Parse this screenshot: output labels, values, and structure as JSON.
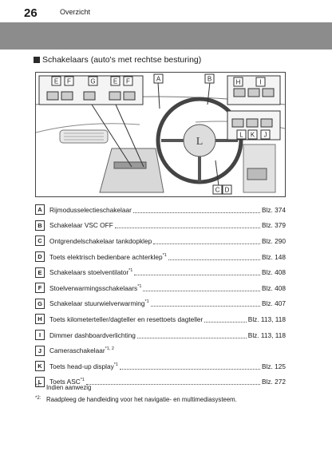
{
  "header": {
    "page_number": "26",
    "chapter": "Overzicht"
  },
  "section_title": "Schakelaars (auto's met rechtse besturing)",
  "figure_labels": [
    "E",
    "F",
    "G",
    "E",
    "F",
    "A",
    "B",
    "H",
    "I",
    "L",
    "K",
    "J",
    "C",
    "D"
  ],
  "items": [
    {
      "letter": "A",
      "text": "Rijmodusselectieschakelaar",
      "sup": "",
      "page": "Blz. 374"
    },
    {
      "letter": "B",
      "text": "Schakelaar VSC OFF",
      "sup": "",
      "page": "Blz. 379"
    },
    {
      "letter": "C",
      "text": "Ontgrendelschakelaar tankdopklep",
      "sup": "",
      "page": "Blz. 290"
    },
    {
      "letter": "D",
      "text": "Toets elektrisch bedienbare achterklep",
      "sup": "*1",
      "page": "Blz. 148"
    },
    {
      "letter": "E",
      "text": "Schakelaars stoelventilator",
      "sup": "*1",
      "page": "Blz. 408"
    },
    {
      "letter": "F",
      "text": "Stoelverwarmingsschakelaars",
      "sup": "*1",
      "page": "Blz. 408"
    },
    {
      "letter": "G",
      "text": "Schakelaar stuurwielverwarming",
      "sup": "*1",
      "page": "Blz. 407"
    },
    {
      "letter": "H",
      "text": "Toets kilometerteller/dagteller en resettoets dagteller",
      "sup": "",
      "page": "Blz. 113, 118"
    },
    {
      "letter": "I",
      "text": "Dimmer dashboardverlichting",
      "sup": "",
      "page": "Blz. 113, 118"
    },
    {
      "letter": "J",
      "text": "Cameraschakelaar",
      "sup": "*1, 2",
      "page": ""
    },
    {
      "letter": "K",
      "text": "Toets head-up display",
      "sup": "*1",
      "page": "Blz. 125"
    },
    {
      "letter": "L",
      "text": "Toets ASC",
      "sup": "*1",
      "page": "Blz. 272"
    }
  ],
  "notes": [
    {
      "mark": "*1:",
      "text": "Indien aanwezig"
    },
    {
      "mark": "*2:",
      "text": "Raadpleeg de handleiding voor het navigatie- en multimediasysteem."
    }
  ]
}
